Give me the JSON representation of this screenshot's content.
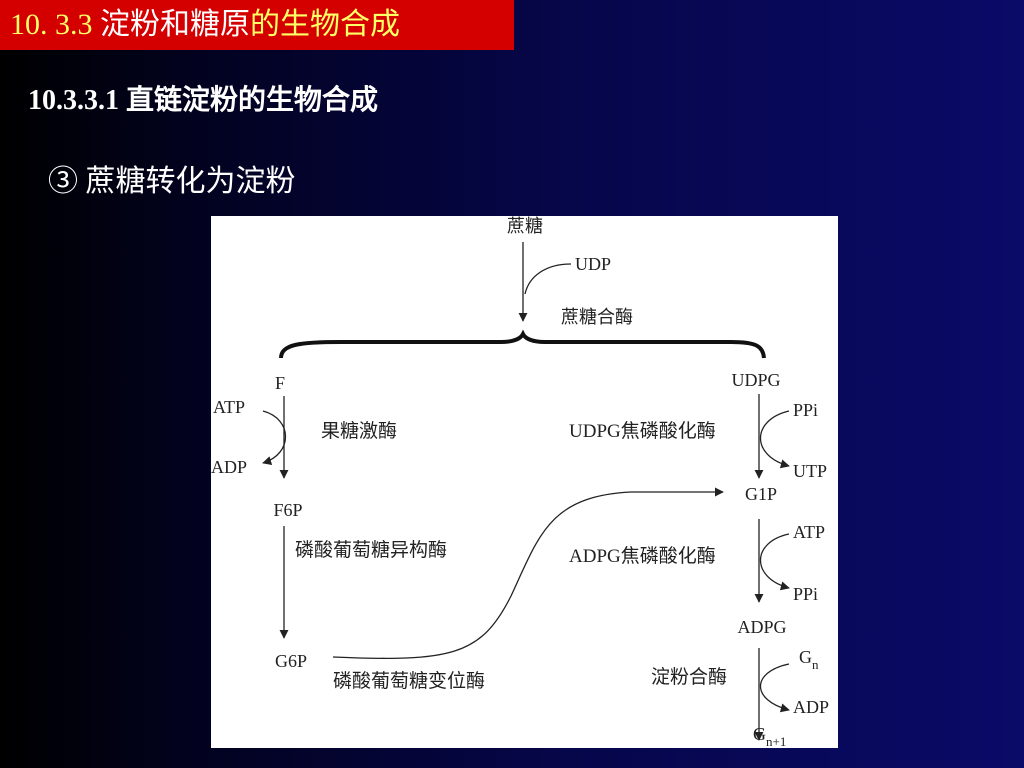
{
  "header": {
    "title_part1": "10. 3.3 ",
    "title_part2": "淀粉和糖原",
    "title_part3": "的生物合成"
  },
  "subtitle": "10.3.3.1 直链淀粉的生物合成",
  "step": "③ 蔗糖转化为淀粉",
  "diagram": {
    "sucrose": "蔗糖",
    "udp": "UDP",
    "sucrose_synthase": "蔗糖合酶",
    "fructose": "F",
    "udpg": "UDPG",
    "atp_left": "ATP",
    "adp_left": "ADP",
    "fructokinase": "果糖激酶",
    "ppi_1": "PPi",
    "udpg_pyrophosphorylase": "UDPG焦磷酸化酶",
    "utp": "UTP",
    "f6p": "F6P",
    "g1p": "G1P",
    "phosphoglucose_isomerase": "磷酸葡萄糖异构酶",
    "atp_right": "ATP",
    "adpg_pyrophosphorylase": "ADPG焦磷酸化酶",
    "ppi_2": "PPi",
    "adpg": "ADPG",
    "g6p": "G6P",
    "gn": "G",
    "gn_sub": "n",
    "phosphoglucomutase": "磷酸葡萄糖变位酶",
    "starch_synthase": "淀粉合酶",
    "adp_right": "ADP",
    "gn1": "G",
    "gn1_sub": "n+1"
  }
}
